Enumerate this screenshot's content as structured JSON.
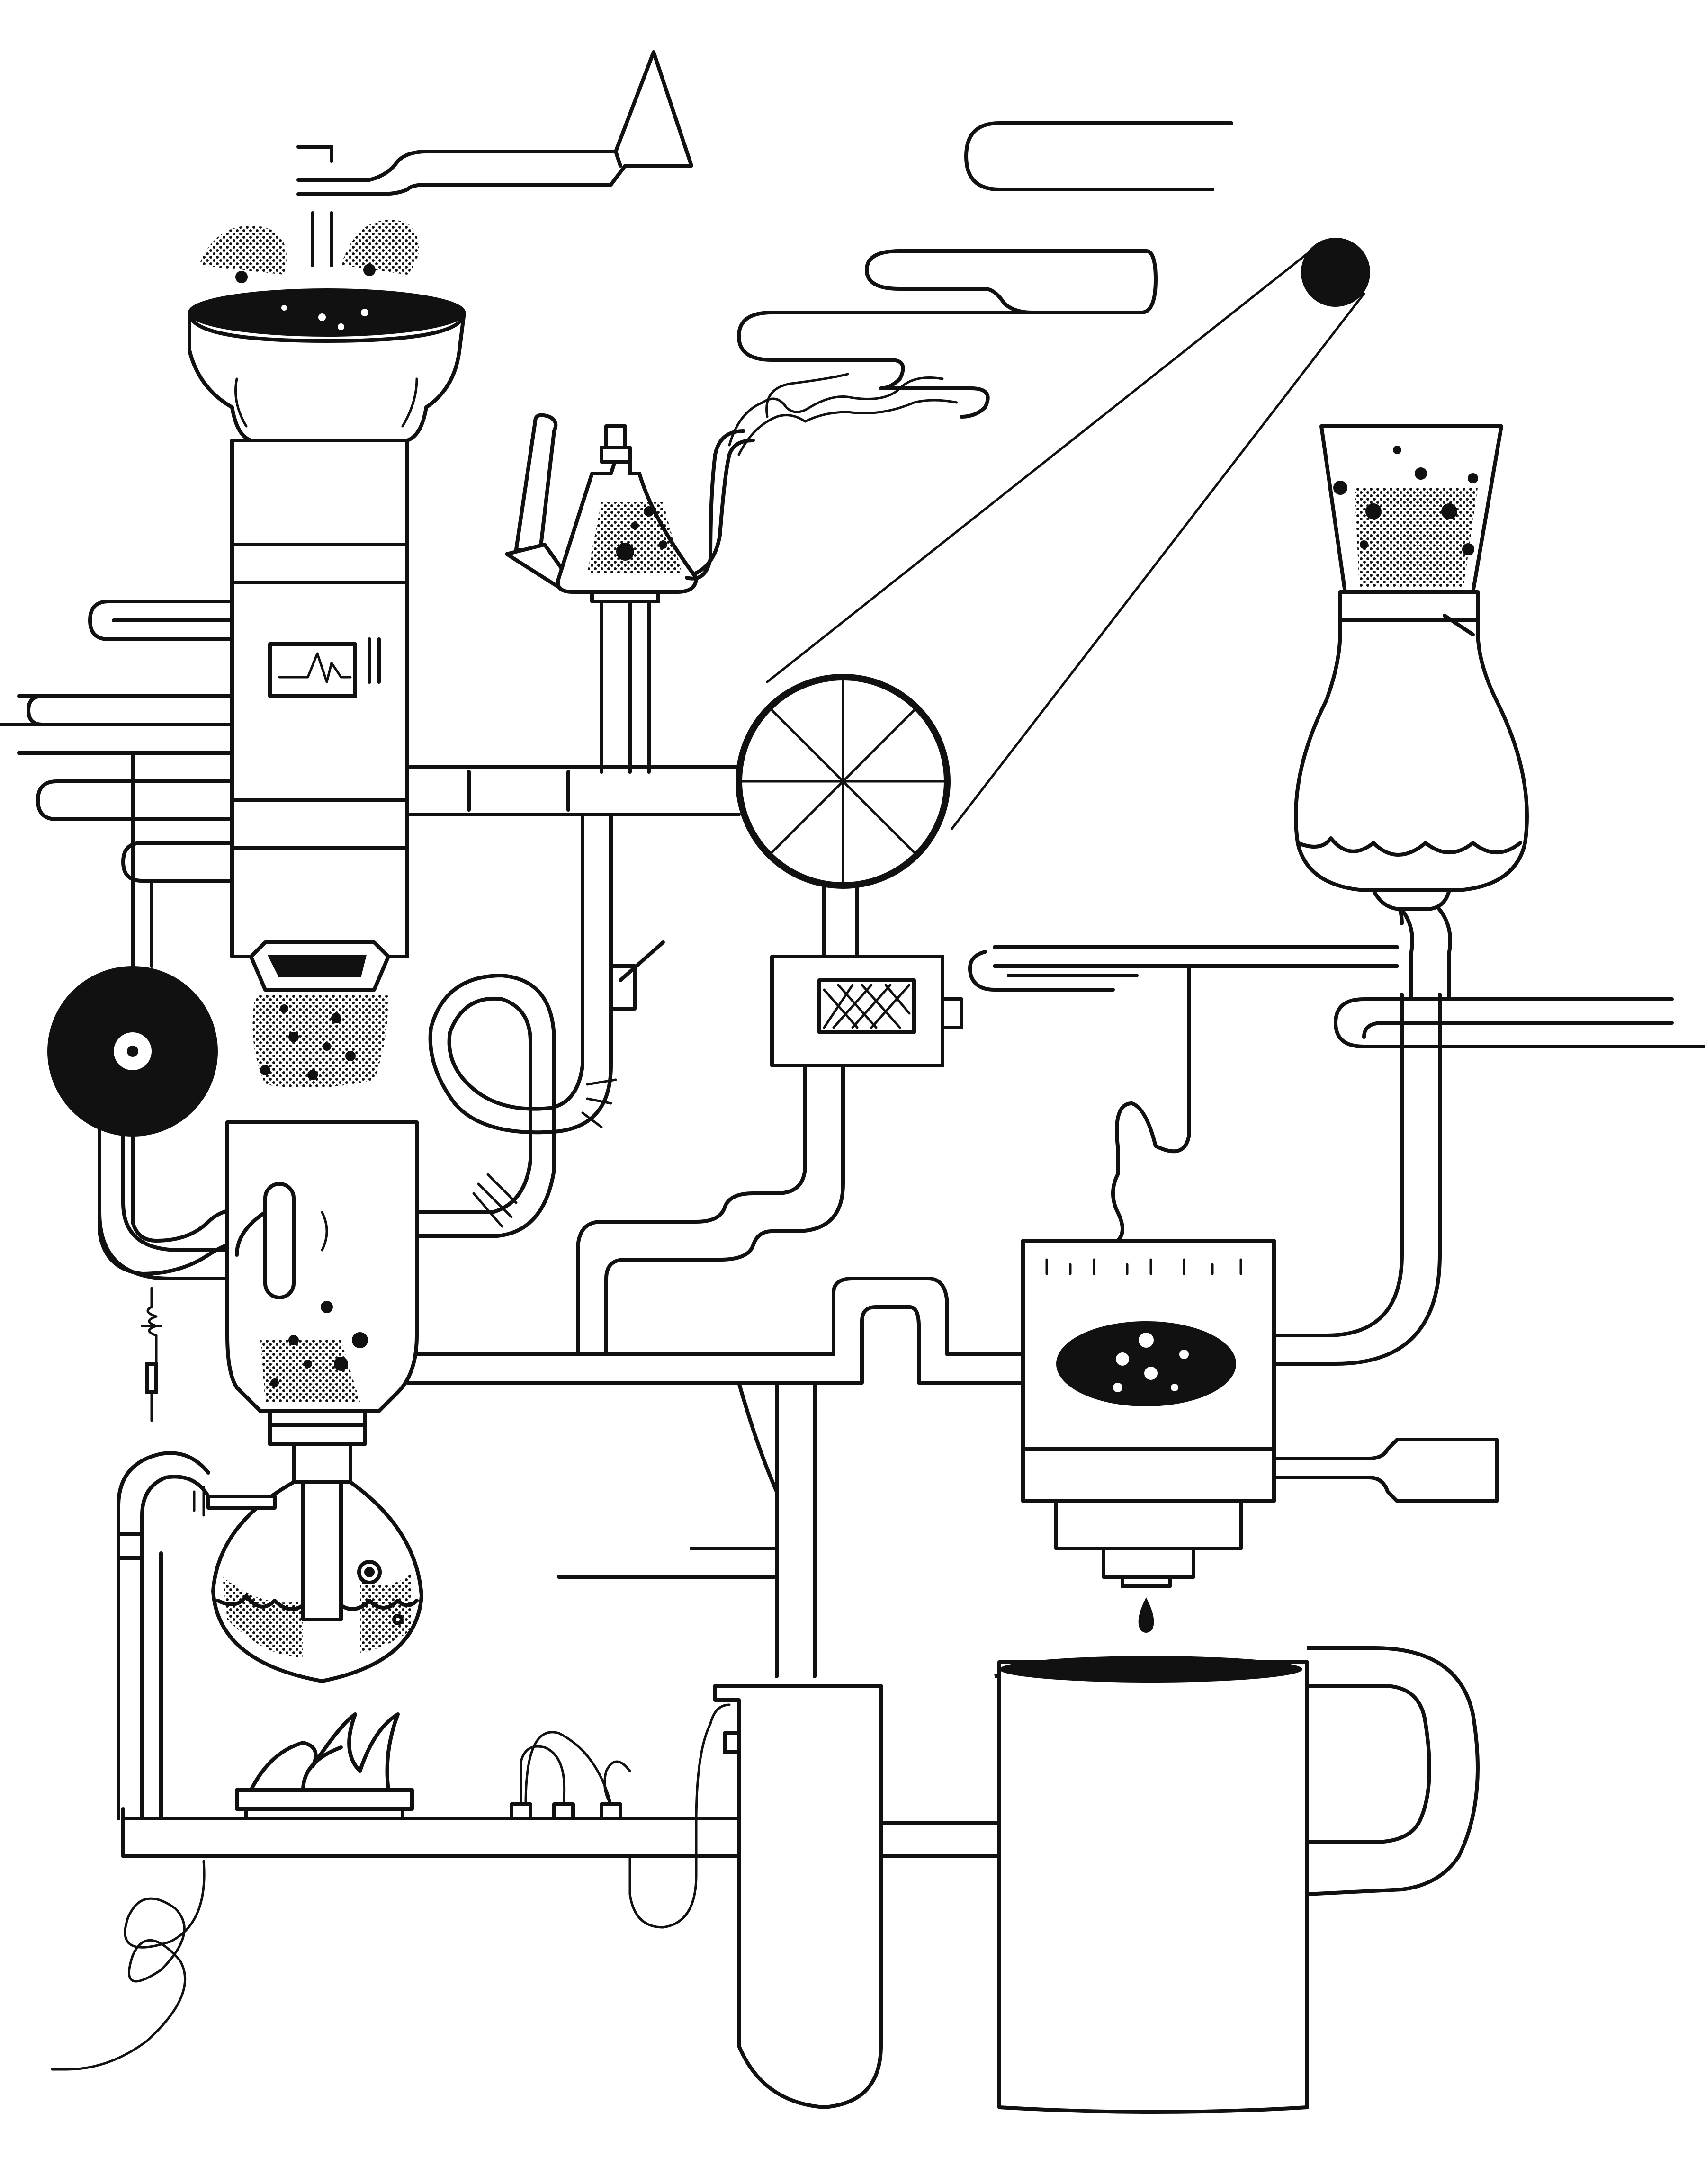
{
  "title": "",
  "illustration": {
    "style": "black line art on white",
    "palette": {
      "ink": "#111111",
      "paper": "#ffffff"
    },
    "components": [
      "airplane",
      "clouds",
      "coffee-grinder",
      "hopper",
      "gauge-display",
      "vinyl-record",
      "gooseneck-kettle",
      "steam",
      "moon",
      "pulley-wheel",
      "cross-hatched-box",
      "chemex-brewer",
      "siphon-brewer",
      "flask",
      "burner-flame",
      "electrodes",
      "test-tube",
      "espresso-machine",
      "coffee-drop",
      "coffee-mug",
      "spring-wire",
      "pipes"
    ]
  }
}
